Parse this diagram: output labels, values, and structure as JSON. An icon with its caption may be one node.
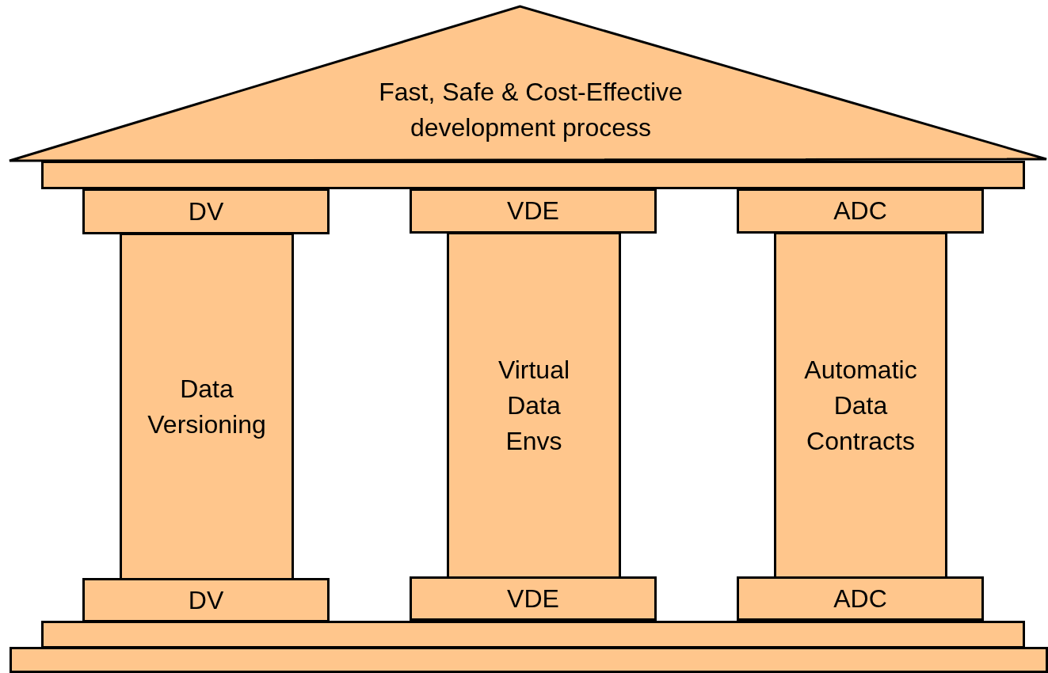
{
  "diagram": {
    "nodes": [
      {
        "text": [
          "Fast, Safe & Cost-Effective development process"
        ]
      },
      {
        "text": [],
        "shape": "bar"
      },
      {
        "text": [
          "DV"
        ]
      },
      {
        "text": [
          "VDE"
        ]
      },
      {
        "text": [
          "ADC"
        ]
      },
      {
        "text": [
          "Data Versioning"
        ]
      },
      {
        "text": [
          "Virtual Data Envs"
        ]
      },
      {
        "text": [
          "Automatic Data Contracts"
        ]
      },
      {
        "text": [
          "DV"
        ]
      },
      {
        "text": [
          "VDE"
        ]
      },
      {
        "text": [
          "ADC"
        ]
      },
      {
        "text": [],
        "shape": "bar"
      },
      {
        "text": [],
        "shape": "bar"
      }
    ]
  }
}
